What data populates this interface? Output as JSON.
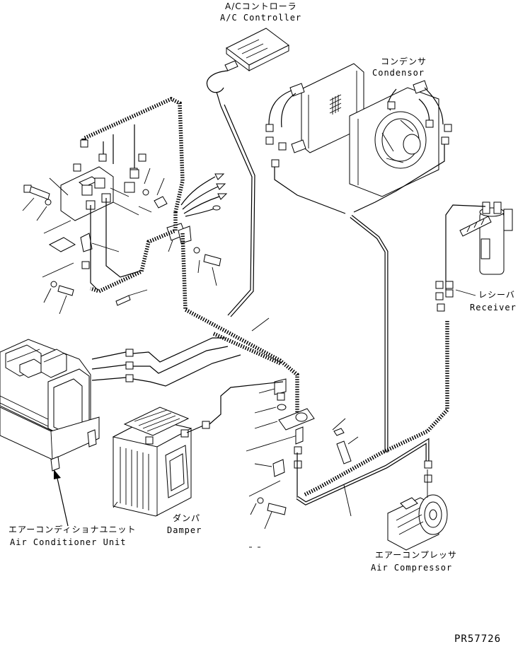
{
  "diagram": {
    "labels": {
      "ac_controller": {
        "jp": "A/Cコントローラ",
        "en": "A/C Controller"
      },
      "condensor": {
        "jp": "コンデンサ",
        "en": "Condensor"
      },
      "receiver": {
        "jp": "レシーバ",
        "en": "Receiver"
      },
      "damper": {
        "jp": "ダンパ",
        "en": "Damper"
      },
      "air_conditioner_unit": {
        "jp": "エアーコンディショナユニット",
        "en": "Air Conditioner Unit"
      },
      "air_compressor": {
        "jp": "エアーコンプレッサ",
        "en": "Air Compressor"
      }
    },
    "document_id": "PR57726"
  }
}
